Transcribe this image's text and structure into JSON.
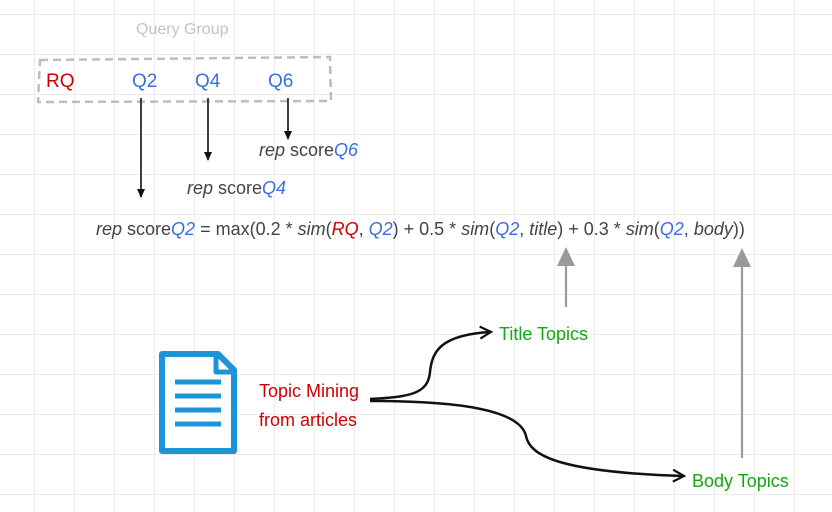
{
  "query_group": {
    "label": "Query Group",
    "items": [
      "RQ",
      "Q2",
      "Q4",
      "Q6"
    ]
  },
  "rep_q6": {
    "rep": "rep",
    "score": " score",
    "q": "Q6"
  },
  "rep_q4": {
    "rep": "rep",
    "score": " score",
    "q": "Q4"
  },
  "formula": {
    "rep": "rep",
    "score": " score",
    "q2": "Q2",
    "eq": " = max(0.2 * ",
    "sim": "sim",
    "open": "(",
    "rq": "RQ",
    "comma": ", ",
    "q2b": "Q2",
    "close1": ") + 0.5 * ",
    "sim2": "sim",
    "open2": "(",
    "q2c": "Q2",
    "comma2": ", ",
    "title": "title",
    "close2": ") + 0.3 * ",
    "sim3": "sim",
    "open3": "(",
    "q2d": "Q2",
    "comma3": ", ",
    "body": "body",
    "close3": "))"
  },
  "title_topics": "Title Topics",
  "body_topics": "Body Topics",
  "topic_mining": {
    "line1": "Topic Mining",
    "line2": "from articles"
  },
  "icons": {
    "document": "document-icon"
  },
  "colors": {
    "red": "#cc0000",
    "blue": "#3a6fdc",
    "green": "#12a812",
    "document_blue": "#1e94d8"
  }
}
